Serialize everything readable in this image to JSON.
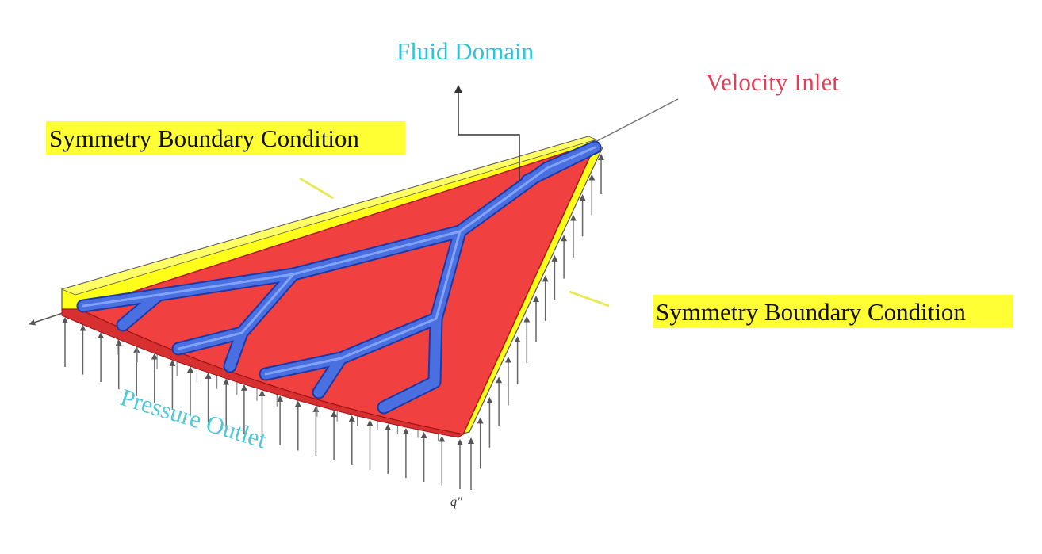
{
  "labels": {
    "fluid_domain": "Fluid Domain",
    "velocity_inlet": "Velocity Inlet",
    "symmetry_top": "Symmetry Boundary Condition",
    "symmetry_right": "Symmetry Boundary Condition",
    "pressure_outlet": "Pressure Outlet",
    "heat_flux": "q\""
  },
  "colors": {
    "plate": "#f04040",
    "plate_edge": "#b01818",
    "symmetry_wall": "#ffff1a",
    "channels": "#4a6fe0",
    "channels_edge": "#1b3aa8",
    "fluid_domain_text": "#2ec4d6",
    "velocity_inlet_text": "#e0405a",
    "pressure_outlet_text": "#4fc8d8",
    "highlight": "#ffff33",
    "arrows": "#666666"
  }
}
